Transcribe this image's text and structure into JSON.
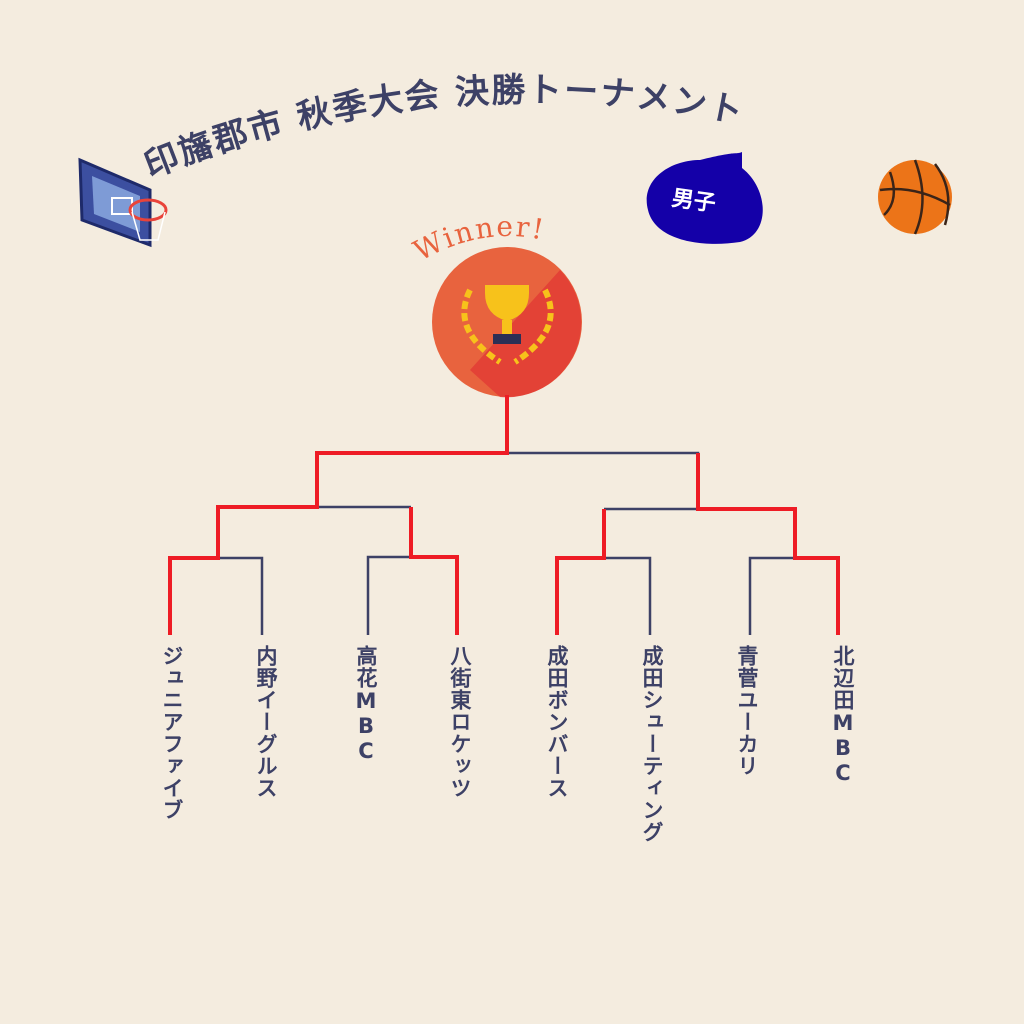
{
  "title": "印旛郡市 秋季大会 決勝トーナメント",
  "category_badge": "男子",
  "winner_label": "Winner!",
  "teams": [
    "ジュニアファイブ",
    "内野イーグルス",
    "高花MBC",
    "八街東ロケッツ",
    "成田ボンバース",
    "成田シューティング",
    "青菅ユーカリ",
    "北辺田MBC"
  ],
  "champion": "ジュニアファイブ",
  "colors": {
    "background": "#f4ecdf",
    "text": "#3d4166",
    "winner_path": "#ee1c25",
    "bracket": "#3d4166",
    "badge": "#1400a8",
    "trophy_circle": "#e8633e",
    "ball": "#ec7418"
  }
}
